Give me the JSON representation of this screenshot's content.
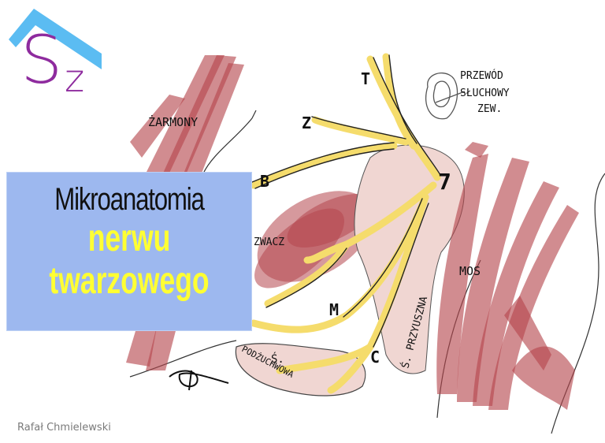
{
  "logo": {
    "letters": [
      "S",
      "z"
    ],
    "roof_color": "#5bbcf2",
    "letter_color": "#8e2b9e"
  },
  "title": {
    "line1": "Mikroanatomia",
    "line2": "nerwu",
    "line3": "twarzowego",
    "box_color": "#9db8ef",
    "highlight_color": "#ffff33"
  },
  "author": "Rafał Chmielewski",
  "diagram": {
    "labels": {
      "zarmony": "ŻARMONY",
      "t": "T",
      "z": "Z",
      "b": "B",
      "zwacz": "ZWACZ",
      "m": "M",
      "c": "C",
      "seven": "7",
      "przewod_line1": "PRZEWÓD",
      "przewod_line2": "SŁUCHOWY",
      "przewod_line3": "ZEW.",
      "przyuszna": "Ś. PRZYUSZNA",
      "podzuchwowa_s": "Ś.",
      "podzuchwowa": "PODŻUCHWOWA",
      "mos": "MOS"
    },
    "colors": {
      "muscle": "#b5454c",
      "nerve": "#f5dc6c",
      "gland": "#f0d6d2",
      "outline": "#222222"
    }
  }
}
